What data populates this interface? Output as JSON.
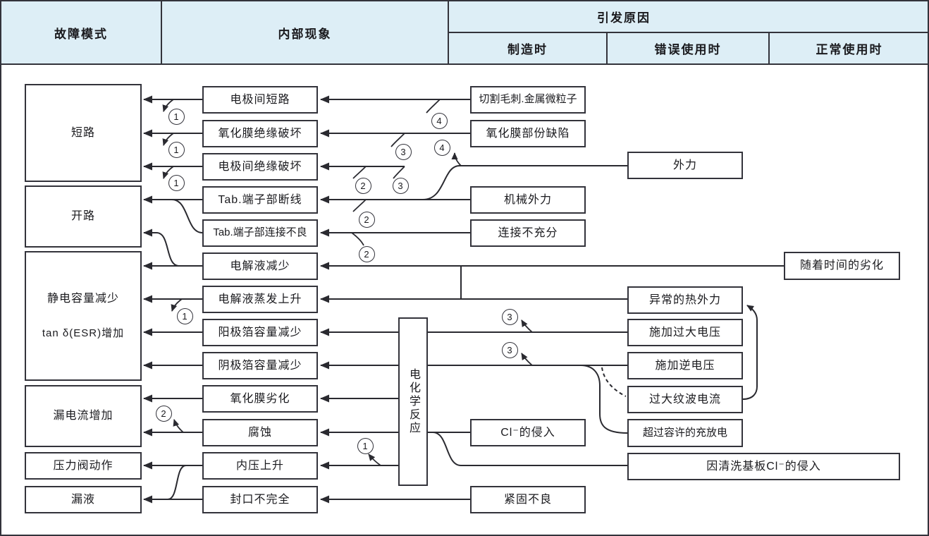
{
  "header": {
    "failure_mode": "故障模式",
    "internal_phenomenon": "内部现象",
    "trigger_cause": "引发原因",
    "when_manufacturing": "制造时",
    "when_misuse": "错误使用时",
    "when_normal": "正常使用时"
  },
  "failure_modes": {
    "short_circuit": "短路",
    "open_circuit": "开路",
    "capacitance_decrease": "静电容量减少",
    "esr_increase": "tan δ(ESR)增加",
    "leakage_current_increase": "漏电流增加",
    "pressure_valve_operation": "压力阀动作",
    "liquid_leak": "漏液"
  },
  "phenomena": [
    "电极间短路",
    "氧化膜绝缘破坏",
    "电极间绝缘破坏",
    "Tab.端子部断线",
    "Tab.端子部连接不良",
    "电解液减少",
    "电解液蒸发上升",
    "阳极箔容量减少",
    "阴极箔容量减少",
    "氧化膜劣化",
    "腐蚀",
    "内压上升",
    "封口不完全"
  ],
  "electrochemical_reaction": "电化学反应",
  "causes": {
    "manufacturing": [
      "切割毛刺.金属微粒子",
      "氧化膜部份缺陷",
      "机械外力",
      "连接不充分",
      "Cl⁻的侵入",
      "紧固不良"
    ],
    "misuse": [
      "外力",
      "异常的热外力",
      "施加过大电压",
      "施加逆电压",
      "过大纹波电流",
      "超过容许的充放电",
      "因清洗基板Cl⁻的侵入"
    ],
    "normal": [
      "随着时间的劣化"
    ]
  },
  "connector_labels": {
    "n1": "1",
    "n2": "2",
    "n3": "3",
    "n4": "4"
  },
  "colors": {
    "header_bg": "#ddeef6",
    "line": "#2a2a30",
    "border": "#33333b"
  }
}
